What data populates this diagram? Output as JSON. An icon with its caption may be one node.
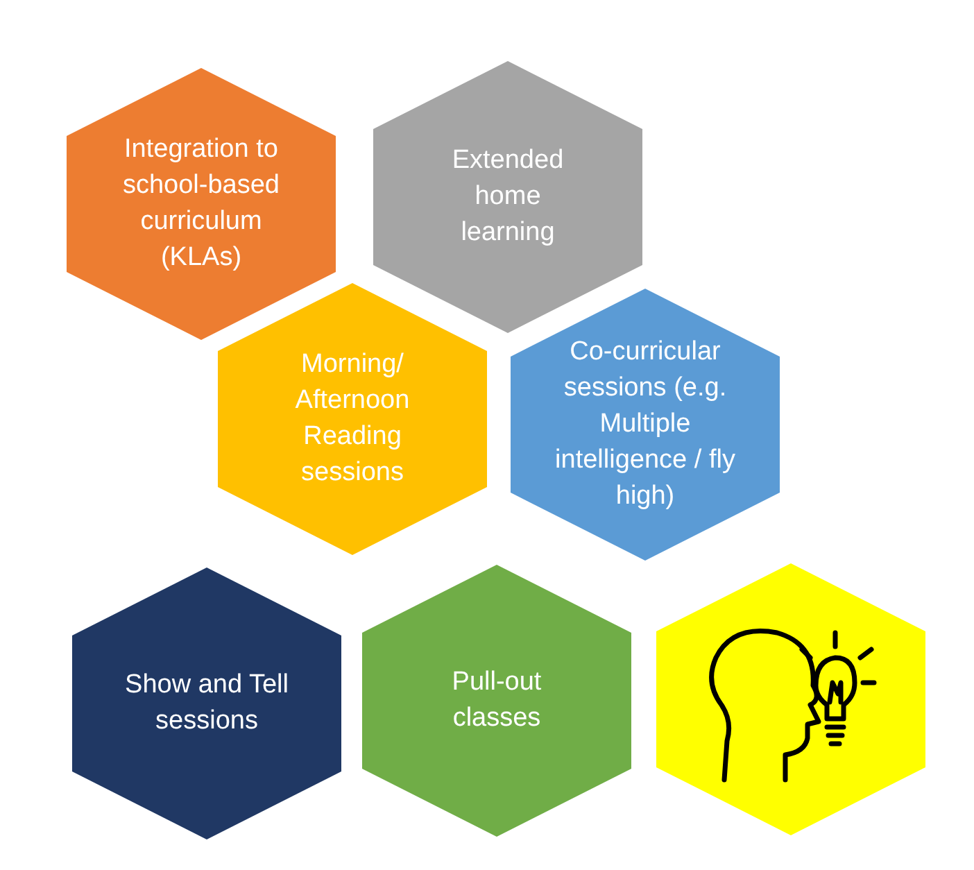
{
  "diagram": {
    "nodes": [
      {
        "text": [
          "Integration to school-based curriculum (KLAs)"
        ]
      },
      {
        "text": [
          "Extended home learning"
        ]
      },
      {
        "text": [
          "Morning/ Afternoon Reading sessions"
        ]
      },
      {
        "text": [
          "Co-curricular sessions (e.g. Multiple intelligence / fly high)"
        ]
      },
      {
        "text": [
          "Show and Tell sessions"
        ]
      },
      {
        "text": [
          "Pull-out classes"
        ]
      },
      {
        "text": [],
        "shape": "hexagon"
      }
    ],
    "edges": []
  }
}
